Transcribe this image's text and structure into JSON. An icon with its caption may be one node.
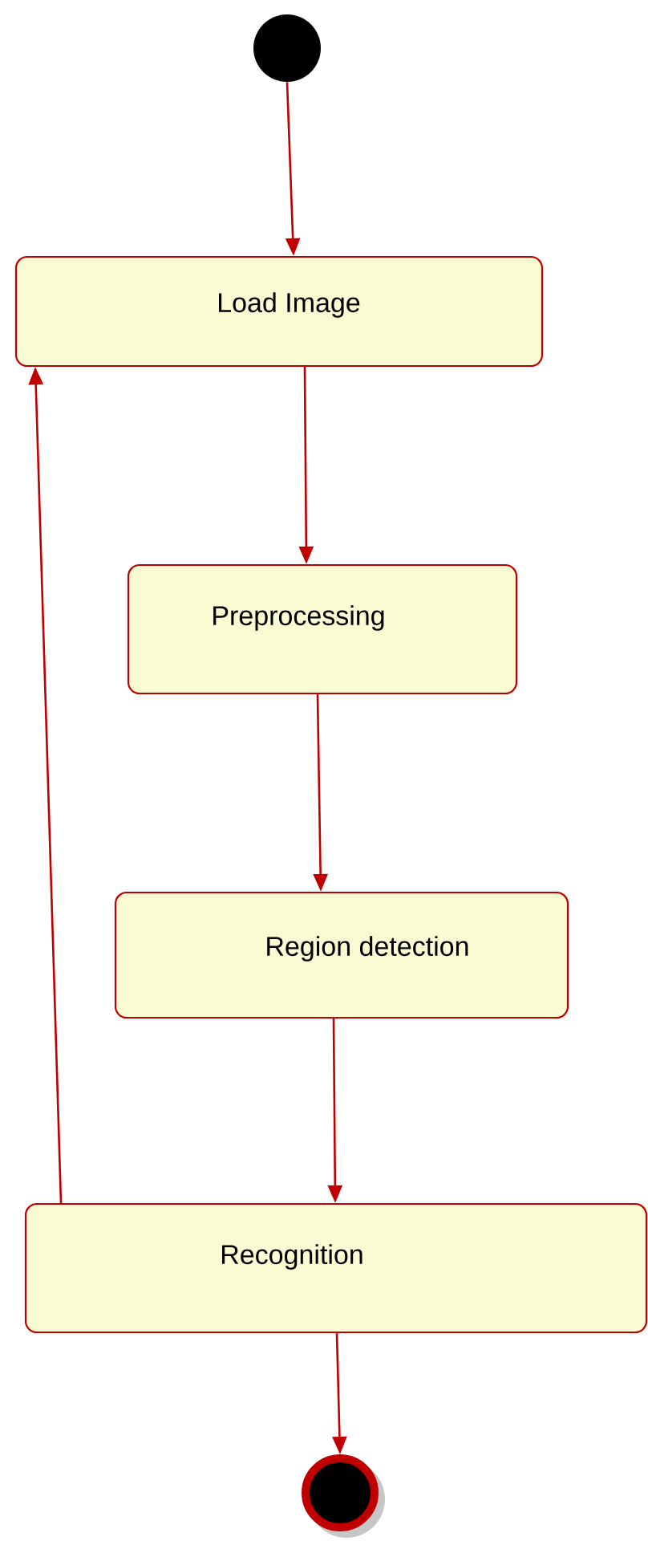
{
  "diagram": {
    "nodes": [
      {
        "text": [],
        "shape": "circle"
      },
      {
        "text": [
          "Load Image"
        ]
      },
      {
        "text": [
          "Preprocessing"
        ]
      },
      {
        "text": [
          "Region detection"
        ]
      },
      {
        "text": [
          "Recognition"
        ]
      },
      {
        "text": [],
        "shape": "circle"
      }
    ],
    "edges": [
      {
        "from": 0,
        "to": 1,
        "arrow": "to"
      },
      {
        "from": 1,
        "to": 2,
        "arrow": "to"
      },
      {
        "from": 2,
        "to": 3,
        "arrow": "to"
      },
      {
        "from": 3,
        "to": 4,
        "arrow": "to"
      },
      {
        "from": 4,
        "to": 5,
        "arrow": "to"
      },
      {
        "from": 4,
        "to": 1,
        "arrow": "to"
      }
    ]
  }
}
